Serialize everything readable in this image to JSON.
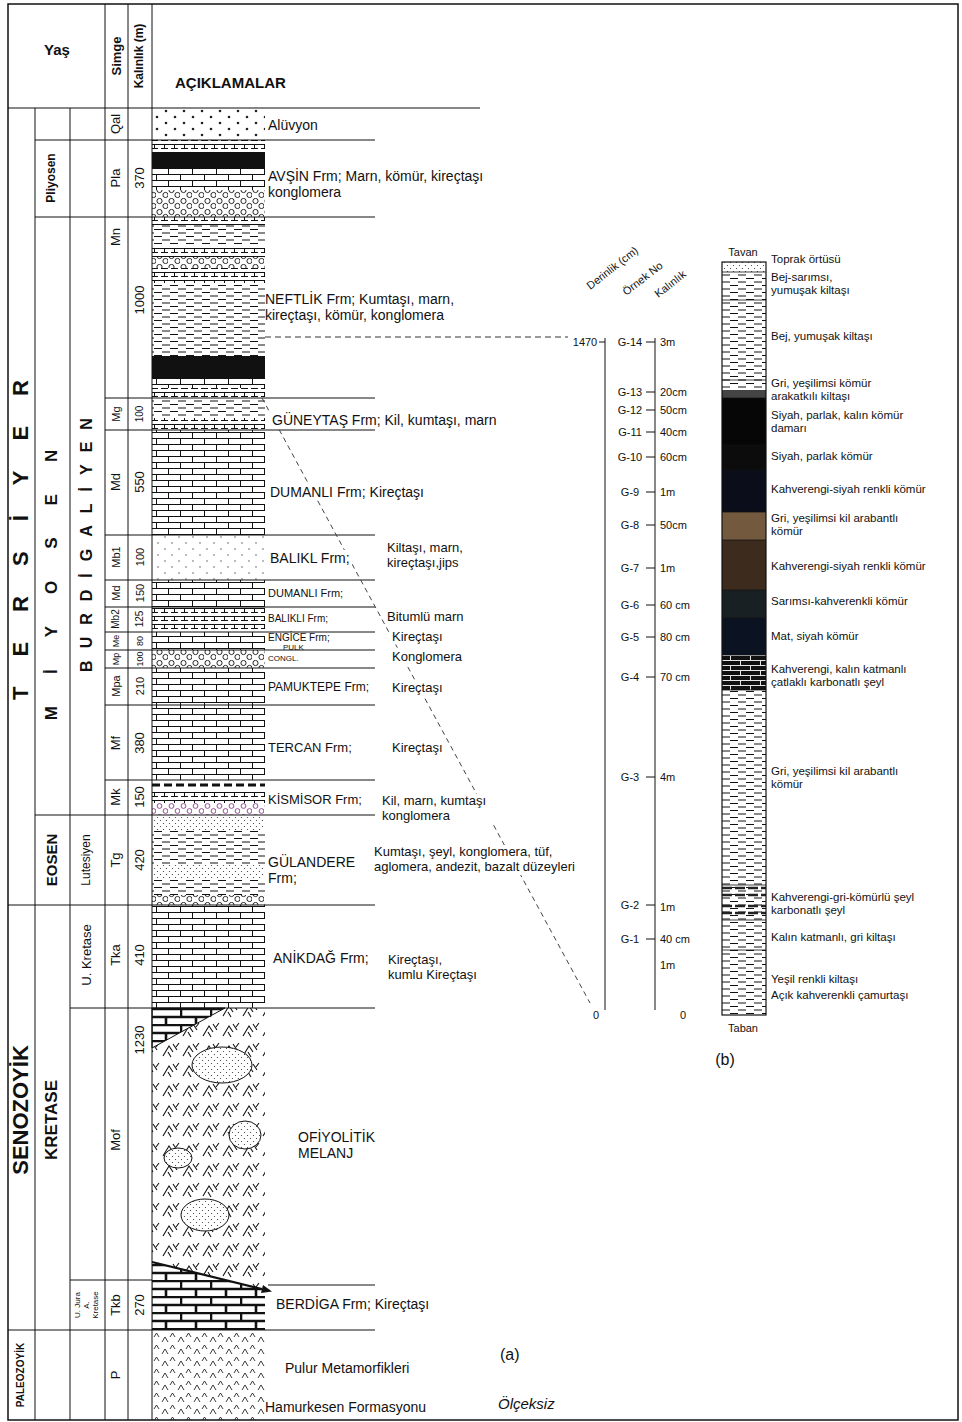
{
  "diagram": {
    "labels": [
      "Yaş",
      "Simge",
      "Kalınlık (m)",
      "AÇIKLAMALAR",
      "TERSİYER",
      "Pliyosen",
      "MİYOSEN",
      "BURDİGALİYEN",
      "EOSEN",
      "Lutesiyen",
      "SENOZOYİK",
      "KRETASE",
      "U. Kretase",
      "U. Jura A. Kretase",
      "PALEOZOYİK",
      "Qal",
      "Pla",
      "Mn",
      "Mg",
      "Md",
      "Mb1",
      "Md",
      "Mb2",
      "Me",
      "Mp",
      "Mpa",
      "Mf",
      "Mk",
      "Tg",
      "Tka",
      "Mof",
      "Tkb",
      "P",
      "370",
      "1000",
      "100",
      "550",
      "100",
      "150",
      "125",
      "80",
      "100",
      "210",
      "380",
      "150",
      "420",
      "410",
      "1230",
      "270",
      "Alüvyon",
      "AVŞİN Frm; Marn, kömür, kireçtaşı konglomera",
      "NEFTLİK Frm; Kumtaşı, marn, kireçtaşı, kömür, konglomera",
      "GÜNEYTAŞ Frm; Kil, kumtaşı, marn",
      "DUMANLI Frm; Kireçtaşı",
      "BALIKL Frm;",
      "Kiltaşı, marn, kireçtaşı,jips",
      "DUMANLI Frm;",
      "BALIKLI Frm;",
      "Bitumlü marn",
      "ENGİCE Frm;",
      "Kireçtaşı",
      "PULK",
      "CONGL.",
      "Konglomera",
      "PAMUKTEPE Frm;",
      "Kireçtaşı",
      "TERCAN Frm;",
      "Kireçtaşı",
      "KİSMİSOR Frm;",
      "Kil, marn, kumtaşı konglomera",
      "GÜLANDERE Frm;",
      "Kumtaşı, şeyl, konglomera, tüf, aglomera, andezit, bazalt düzeyleri",
      "ANİKDAĞ Frm;",
      "Kireçtaşı, kumlu Kireçtaşı",
      "OFİYOLİTİK MELANJ",
      "BERDİGA Frm; Kireçtaşı",
      "Pulur Metamorfikleri",
      "Hamurkesen Formasyonu",
      "(a)",
      "Ölçeksiz",
      "Tavan",
      "Taban",
      "Derinlik (cm)",
      "Örnek No",
      "Kalınlık",
      "1470",
      "0",
      "0",
      "G-14",
      "G-13",
      "G-12",
      "G-11",
      "G-10",
      "G-9",
      "G-8",
      "G-7",
      "G-6",
      "G-5",
      "G-4",
      "G-3",
      "G-2",
      "G-1",
      "3m",
      "20cm",
      "50cm",
      "40cm",
      "60cm",
      "1m",
      "50cm",
      "1m",
      "60 cm",
      "80 cm",
      "70 cm",
      "4m",
      "1m",
      "40 cm",
      "1m",
      "Toprak örtüsü",
      "Bej-sarımsı, yumuşak kiltaşı",
      "Bej, yumuşak kiltaşı",
      "Gri, yeşilimsi kömür arakatkılı kiltaşı",
      "Siyah, parlak, kalın kömür damarı",
      "Siyah, parlak kömür",
      "Kahverengi-siyah renkli kömür",
      "Gri, yeşilimsi kil arabantlı kömür",
      "Kahverengi-siyah renkli kömür",
      "Sarımsı-kahverenkli kömür",
      "Mat, siyah kömür",
      "Kahverengi, kalın katmanlı çatlaklı karbonatlı şeyl",
      "Gri, yeşilimsi kil arabantlı kömür",
      "Kahverengi-gri-kömürlü şeyl karbonatlı şeyl",
      "Kalın katmanlı, gri kiltaşı",
      "Yeşil renkli kiltaşı",
      "Açık kahverenkli çamurtaşı",
      "(b)"
    ]
  }
}
